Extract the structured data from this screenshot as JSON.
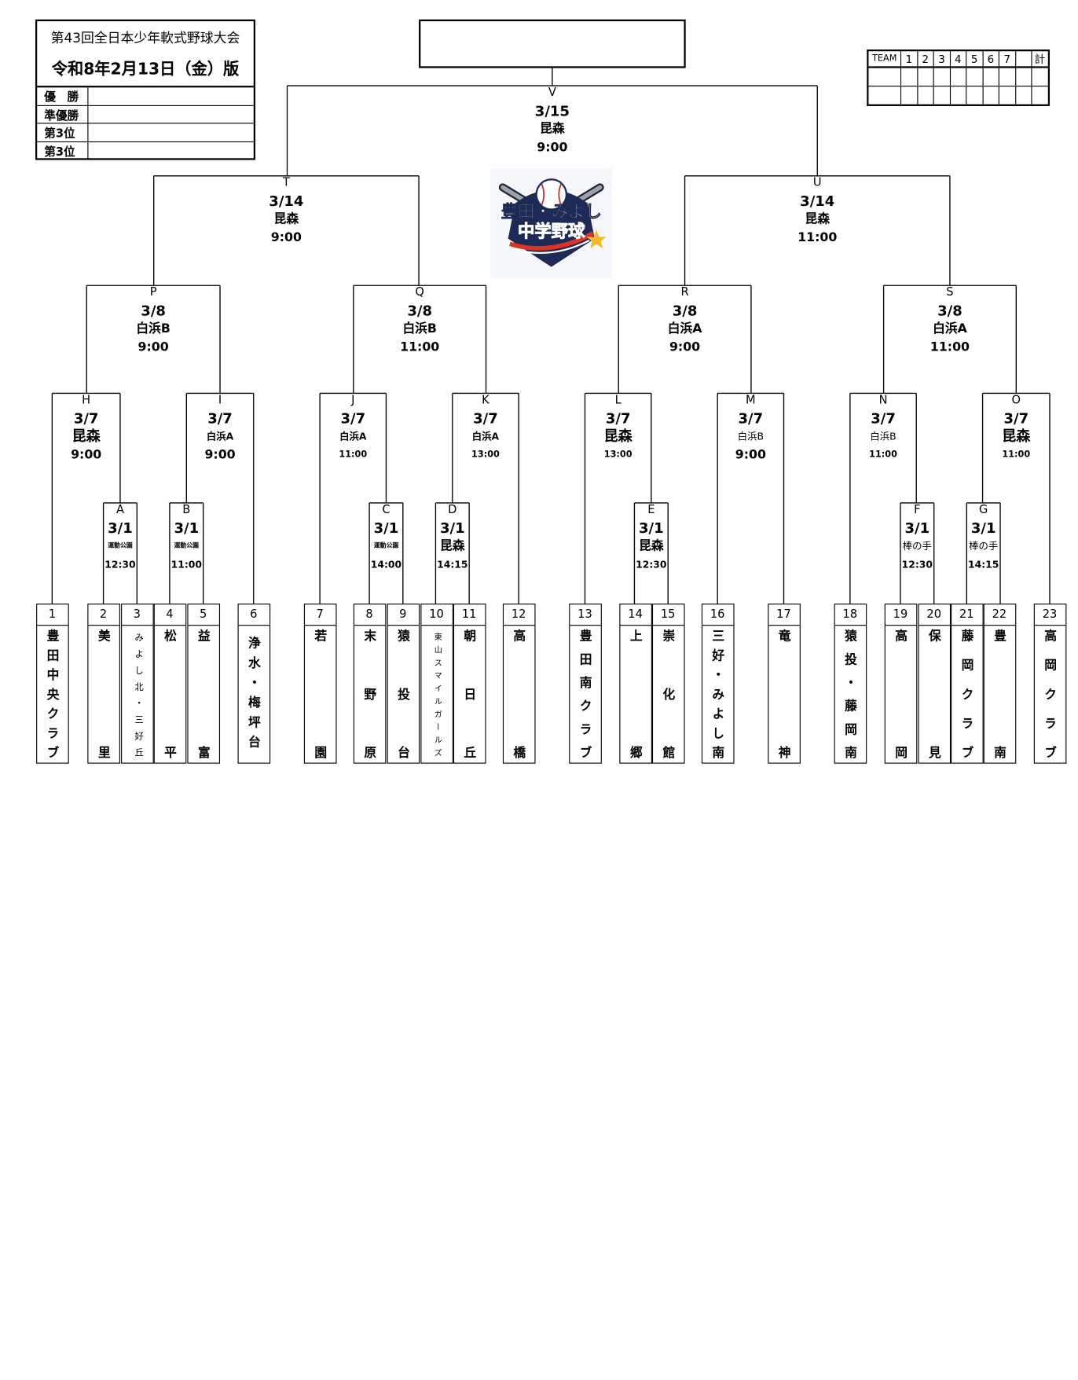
{
  "header": {
    "tournament_title": "第43回全日本少年軟式野球大会",
    "edition_date": "令和8年2月13日（金）版",
    "results": [
      {
        "label": "優　勝",
        "value": ""
      },
      {
        "label": "準優勝",
        "value": ""
      },
      {
        "label": "第3位",
        "value": ""
      },
      {
        "label": "第3位",
        "value": ""
      }
    ]
  },
  "final_box": {
    "value": ""
  },
  "scoreboard": {
    "headers": [
      "TEAM",
      "1",
      "2",
      "3",
      "4",
      "5",
      "6",
      "7",
      "",
      "計"
    ],
    "rows": [
      [
        "",
        "",
        "",
        "",
        "",
        "",
        "",
        "",
        "",
        ""
      ],
      [
        "",
        "",
        "",
        "",
        "",
        "",
        "",
        "",
        "",
        ""
      ]
    ]
  },
  "logo": {
    "line1": "豊田・みよし",
    "line2": "中学野球"
  },
  "matches": {
    "V": {
      "label": "V",
      "date": "3/15",
      "venue": "昆森",
      "time": "9:00"
    },
    "T": {
      "label": "T",
      "date": "3/14",
      "venue": "昆森",
      "time": "9:00"
    },
    "U": {
      "label": "U",
      "date": "3/14",
      "venue": "昆森",
      "time": "11:00"
    },
    "P": {
      "label": "P",
      "date": "3/8",
      "venue": "白浜B",
      "time": "9:00"
    },
    "Q": {
      "label": "Q",
      "date": "3/8",
      "venue": "白浜B",
      "time": "11:00"
    },
    "R": {
      "label": "R",
      "date": "3/8",
      "venue": "白浜A",
      "time": "9:00"
    },
    "S": {
      "label": "S",
      "date": "3/8",
      "venue": "白浜A",
      "time": "11:00"
    },
    "H": {
      "label": "H",
      "date": "3/7",
      "venue": "昆森",
      "time": "9:00"
    },
    "I": {
      "label": "I",
      "date": "3/7",
      "venue": "白浜A",
      "time": "9:00"
    },
    "J": {
      "label": "J",
      "date": "3/7",
      "venue": "白浜A",
      "time": "11:00"
    },
    "K": {
      "label": "K",
      "date": "3/7",
      "venue": "白浜A",
      "time": "13:00"
    },
    "L": {
      "label": "L",
      "date": "3/7",
      "venue": "昆森",
      "time": "13:00"
    },
    "M": {
      "label": "M",
      "date": "3/7",
      "venue": "白浜B",
      "time": "9:00"
    },
    "N": {
      "label": "N",
      "date": "3/7",
      "venue": "白浜B",
      "time": "11:00"
    },
    "O": {
      "label": "O",
      "date": "3/7",
      "venue": "昆森",
      "time": "11:00"
    },
    "A": {
      "label": "A",
      "date": "3/1",
      "venue": "運動公園",
      "time": "12:30"
    },
    "B": {
      "label": "B",
      "date": "3/1",
      "venue": "運動公園",
      "time": "11:00"
    },
    "C": {
      "label": "C",
      "date": "3/1",
      "venue": "運動公園",
      "time": "14:00"
    },
    "D": {
      "label": "D",
      "date": "3/1",
      "venue": "昆森",
      "time": "14:15"
    },
    "E": {
      "label": "E",
      "date": "3/1",
      "venue": "昆森",
      "time": "12:30"
    },
    "F": {
      "label": "F",
      "date": "3/1",
      "venue": "棒の手",
      "time": "12:30"
    },
    "G": {
      "label": "G",
      "date": "3/1",
      "venue": "棒の手",
      "time": "14:15"
    }
  },
  "teams": [
    {
      "num": "1",
      "name": "豊田中央クラブ"
    },
    {
      "num": "2",
      "name": "美里"
    },
    {
      "num": "3",
      "name": "みよし北・三好丘"
    },
    {
      "num": "4",
      "name": "松平"
    },
    {
      "num": "5",
      "name": "益富"
    },
    {
      "num": "6",
      "name": "浄水・梅坪台"
    },
    {
      "num": "7",
      "name": "若園"
    },
    {
      "num": "8",
      "name": "末野原"
    },
    {
      "num": "9",
      "name": "猿投台"
    },
    {
      "num": "10",
      "name": "東山スマイルガールズ"
    },
    {
      "num": "11",
      "name": "朝日丘"
    },
    {
      "num": "12",
      "name": "高橋"
    },
    {
      "num": "13",
      "name": "豊田南クラブ"
    },
    {
      "num": "14",
      "name": "上郷"
    },
    {
      "num": "15",
      "name": "崇化館"
    },
    {
      "num": "16",
      "name": "三好・みよし南"
    },
    {
      "num": "17",
      "name": "竜神"
    },
    {
      "num": "18",
      "name": "猿投・藤岡南"
    },
    {
      "num": "19",
      "name": "高岡"
    },
    {
      "num": "20",
      "name": "保見"
    },
    {
      "num": "21",
      "name": "藤岡クラブ"
    },
    {
      "num": "22",
      "name": "豊南"
    },
    {
      "num": "23",
      "name": "高岡クラブ"
    }
  ]
}
